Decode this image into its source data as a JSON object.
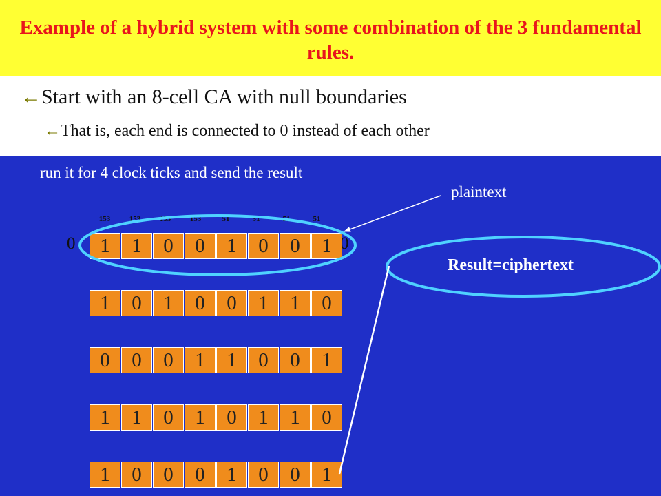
{
  "title": "Example of a hybrid system with some combination of the 3 fundamental rules.",
  "bullets": {
    "main": "Start with an 8-cell CA with null boundaries",
    "sub": "That is, each end is connected to 0 instead of each other"
  },
  "panel": {
    "run_text": "run it for 4 clock ticks and send the result",
    "plaintext_label": "plaintext",
    "result_label": "Result=ciphertext",
    "left_boundary": "0",
    "right_boundary": "0",
    "rules": [
      "153",
      "153",
      "153",
      "153",
      "51",
      "51",
      "51",
      "51"
    ],
    "rows": [
      [
        "1",
        "1",
        "0",
        "0",
        "1",
        "0",
        "0",
        "1"
      ],
      [
        "1",
        "0",
        "1",
        "0",
        "0",
        "1",
        "1",
        "0"
      ],
      [
        "0",
        "0",
        "0",
        "1",
        "1",
        "0",
        "0",
        "1"
      ],
      [
        "1",
        "1",
        "0",
        "1",
        "0",
        "1",
        "1",
        "0"
      ],
      [
        "1",
        "0",
        "0",
        "0",
        "1",
        "0",
        "0",
        "1"
      ]
    ]
  },
  "colors": {
    "title_bg": "#ffff33",
    "title_text": "#e8161c",
    "panel_bg": "#1f2fc8",
    "cell_fill": "#f08c1c",
    "ellipse": "#4fd2ff"
  }
}
